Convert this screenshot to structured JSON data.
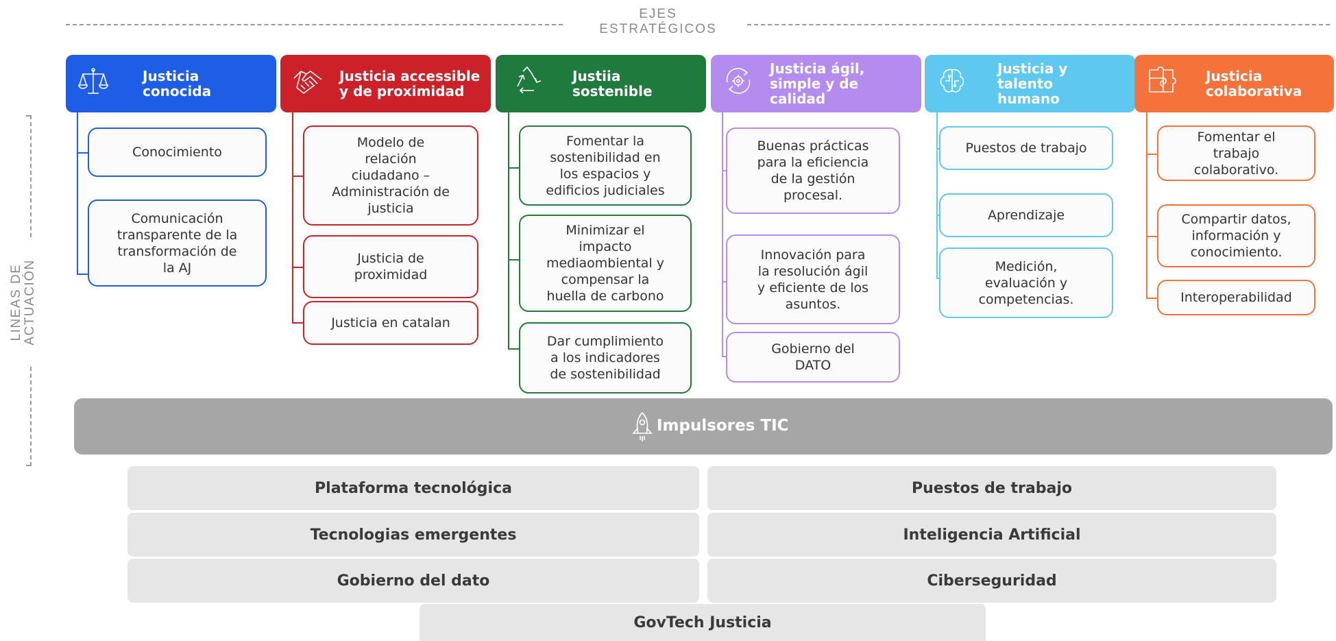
{
  "header": {
    "title_line1": "EJES",
    "title_line2": "ESTRATÉGICOS"
  },
  "side_label": {
    "line1": "LINEAS DE",
    "line2": "ACTUACIÓN"
  },
  "colors": {
    "blue": "#1e5ee6",
    "red": "#cc2128",
    "green": "#1f7a3d",
    "purple": "#b48cf0",
    "light_blue": "#5ec8f0",
    "orange": "#f5733a",
    "tic_bar": "#a6a6a6",
    "tic_item": "#e6e6e6"
  },
  "axes": [
    {
      "title_line1": "Justicia",
      "title_line2": "conocida",
      "title_line3": "",
      "icon": "balance-scale-icon",
      "items": [
        {
          "lines": [
            "Conocimiento"
          ]
        },
        {
          "lines": [
            "Comunicación",
            "transparente de la",
            "transformación de",
            "la AJ"
          ]
        }
      ]
    },
    {
      "title_line1": "Justicia accessible",
      "title_line2": "y de proximidad",
      "title_line3": "",
      "icon": "handshake-icon",
      "items": [
        {
          "lines": [
            "Modelo de",
            "relación",
            "ciudadano –",
            "Administración de",
            "justicia"
          ]
        },
        {
          "lines": [
            "Justicia de",
            "proximidad"
          ]
        },
        {
          "lines": [
            "Justicia en catalan"
          ]
        }
      ]
    },
    {
      "title_line1": "Justiia",
      "title_line2": "sostenible",
      "title_line3": "",
      "icon": "recycle-icon",
      "items": [
        {
          "lines": [
            "Fomentar la",
            "sostenibilidad en",
            "los espacios y",
            "edificios judiciales"
          ]
        },
        {
          "lines": [
            "Minimizar el",
            "impacto",
            "mediaombiental y",
            "compensar la",
            "huella de carbono"
          ]
        },
        {
          "lines": [
            "Dar cumplimiento",
            "a los indicadores",
            "de sostenibilidad"
          ]
        }
      ]
    },
    {
      "title_line1": "Justicia ágil,",
      "title_line2": "simple y de",
      "title_line3": "calidad",
      "icon": "gear-cycle-icon",
      "items": [
        {
          "lines": [
            "Buenas prácticas",
            "para la eficiencia",
            "de la gestión",
            "procesal."
          ]
        },
        {
          "lines": [
            "Innovación para",
            "la resolución ágil",
            "y eficiente de los",
            "asuntos."
          ]
        },
        {
          "lines": [
            "Gobierno del",
            "DATO"
          ]
        }
      ]
    },
    {
      "title_line1": "Justicia y",
      "title_line2": "talento",
      "title_line3": "humano",
      "icon": "brain-icon",
      "items": [
        {
          "lines": [
            "Puestos de trabajo"
          ]
        },
        {
          "lines": [
            "Aprendizaje"
          ]
        },
        {
          "lines": [
            "Medición,",
            "evaluación y",
            "competencias."
          ]
        }
      ]
    },
    {
      "title_line1": "Justicia",
      "title_line2": "colaborativa",
      "title_line3": "",
      "icon": "puzzle-icon",
      "items": [
        {
          "lines": [
            "Fomentar el",
            "trabajo",
            "colaborativo."
          ]
        },
        {
          "lines": [
            "Compartir datos,",
            "información y",
            "conocimiento."
          ]
        },
        {
          "lines": [
            "Interoperabilidad"
          ]
        }
      ]
    }
  ],
  "tic": {
    "label": "Impulsores TIC",
    "icon": "rocket-icon",
    "left": [
      "Plataforma tecnológica",
      "Tecnologias emergentes",
      "Gobierno del dato"
    ],
    "right": [
      "Puestos de trabajo",
      "Inteligencia Artificial",
      "Ciberseguridad"
    ],
    "bottom": "GovTech Justicia"
  }
}
